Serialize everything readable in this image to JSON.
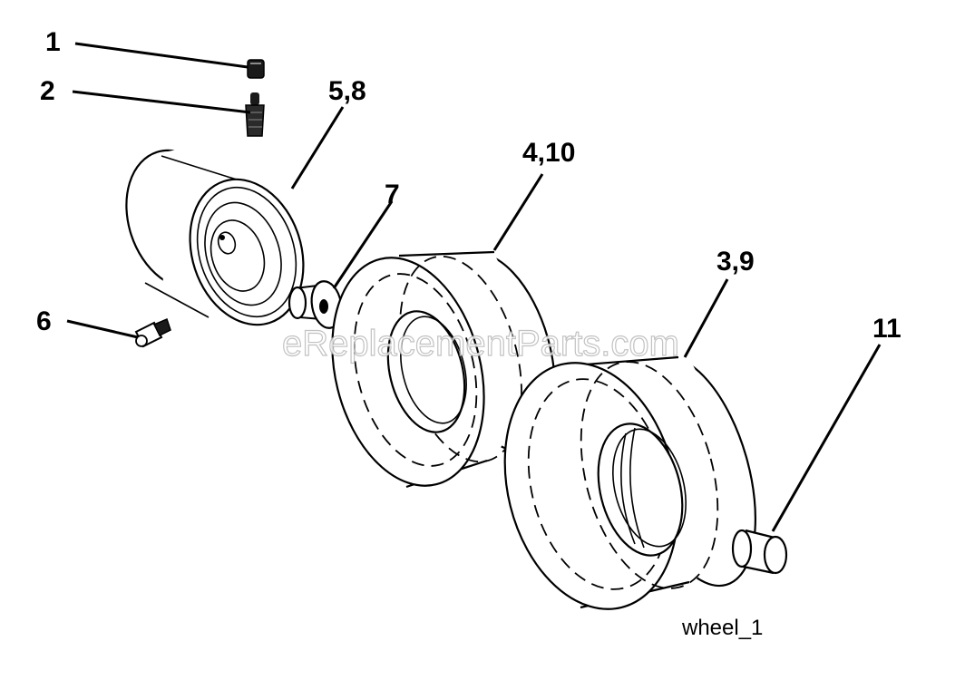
{
  "diagram": {
    "callouts": {
      "c1": "1",
      "c2": "2",
      "c58": "5,8",
      "c410": "4,10",
      "c7": "7",
      "c39": "3,9",
      "c6": "6",
      "c11": "11"
    },
    "caption": "wheel_1",
    "watermark": "eReplacementParts.com"
  },
  "colors": {
    "line": "#000000",
    "background": "#ffffff",
    "watermark": "#b8b8b8"
  }
}
